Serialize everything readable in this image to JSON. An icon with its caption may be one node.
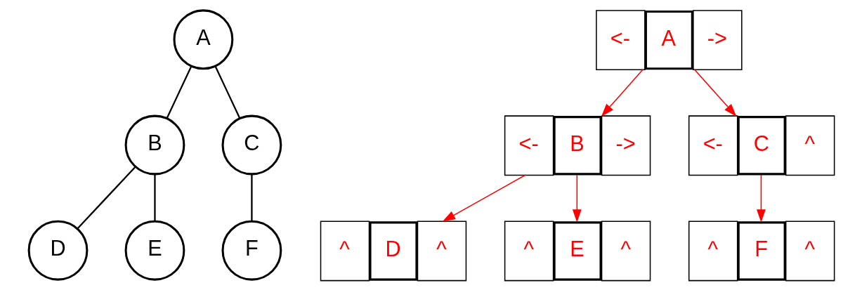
{
  "diagram": {
    "nodes": [
      {
        "text": [
          "A"
        ]
      },
      {
        "text": [
          "B"
        ]
      },
      {
        "text": [
          "C"
        ]
      },
      {
        "text": [
          "D"
        ]
      },
      {
        "text": [
          "E"
        ]
      },
      {
        "text": [
          "F"
        ]
      },
      {
        "text": [
          "<-",
          "A",
          "->"
        ]
      },
      {
        "text": [
          "<-",
          "B",
          "->"
        ]
      },
      {
        "text": [
          "<-",
          "C",
          "^"
        ]
      },
      {
        "text": [
          "^",
          "D",
          "^"
        ]
      },
      {
        "text": [
          "^",
          "E",
          "^"
        ]
      },
      {
        "text": [
          "^",
          "F",
          "^"
        ]
      }
    ],
    "edges": [
      {
        "from": 0,
        "to": 1,
        "arrow": "none"
      },
      {
        "from": 0,
        "to": 2,
        "arrow": "none"
      },
      {
        "from": 1,
        "to": 3,
        "arrow": "none"
      },
      {
        "from": 1,
        "to": 4,
        "arrow": "none"
      },
      {
        "from": 2,
        "to": 5,
        "arrow": "none"
      },
      {
        "from": 6,
        "to": 7,
        "arrow": "to",
        "color": "#ff0000"
      },
      {
        "from": 6,
        "to": 8,
        "arrow": "to",
        "color": "#ff0000"
      },
      {
        "from": 7,
        "to": 9,
        "arrow": "to",
        "color": "#ff0000"
      },
      {
        "from": 7,
        "to": 10,
        "arrow": "to",
        "color": "#ff0000"
      },
      {
        "from": 8,
        "to": 11,
        "arrow": "to",
        "color": "#ff0000"
      }
    ]
  }
}
